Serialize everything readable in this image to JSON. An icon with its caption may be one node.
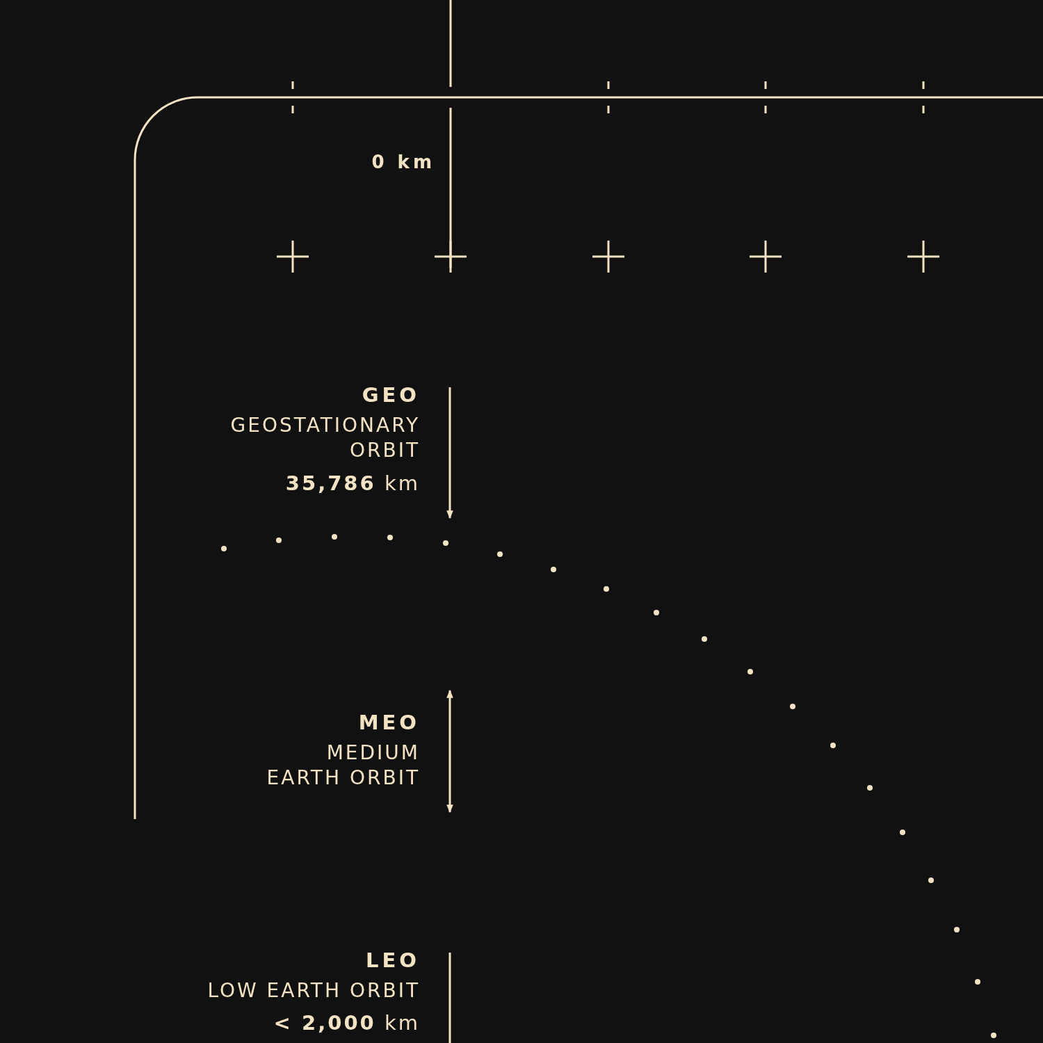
{
  "diagram": {
    "labels": [
      "0 km",
      "GEO",
      "GEOSTATIONARY ORBIT",
      "**35,786** km",
      "MEO",
      "MEDIUM EARTH ORBIT",
      "LEO",
      "LOW EARTH ORBIT",
      "**< 2,000** km"
    ]
  }
}
